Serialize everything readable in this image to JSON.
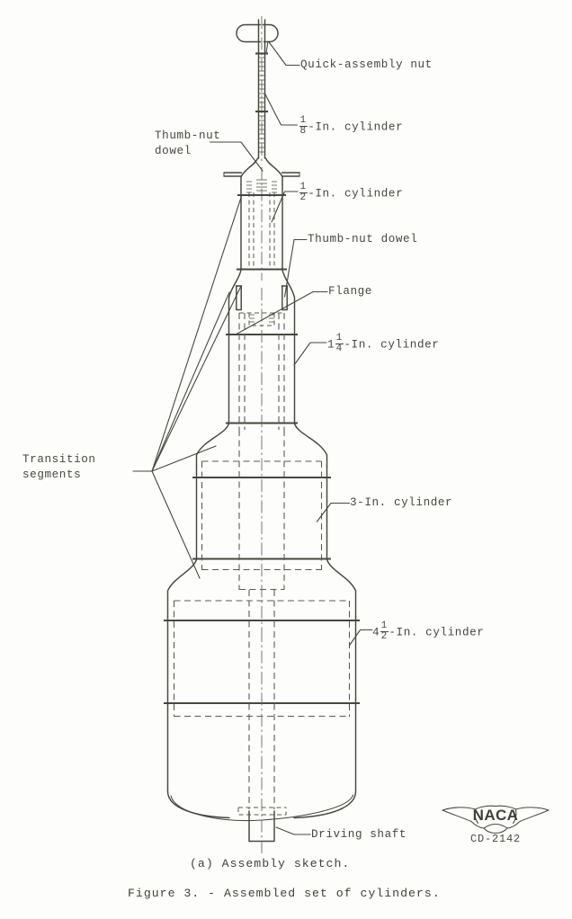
{
  "figure": {
    "background_color": "#fdfdfc",
    "line_color": "#46473c",
    "subcaption": "(a) Assembly sketch.",
    "caption": "Figure 3. - Assembled set of cylinders."
  },
  "labels": {
    "quick_assembly_nut": "Quick-assembly nut",
    "cyl_eighth_suffix": "-In. cylinder",
    "cyl_eighth_num": "1",
    "cyl_eighth_den": "8",
    "thumb_nut_dowel_left_line1": "Thumb-nut",
    "thumb_nut_dowel_left_line2": "dowel",
    "cyl_half_suffix": "-In. cylinder",
    "cyl_half_num": "1",
    "cyl_half_den": "2",
    "thumb_nut_dowel_right": "Thumb-nut dowel",
    "flange": "Flange",
    "cyl_one_quarter_whole": "1",
    "cyl_one_quarter_num": "1",
    "cyl_one_quarter_den": "4",
    "cyl_one_quarter_suffix": "-In. cylinder",
    "transition_segments_line1": "Transition",
    "transition_segments_line2": "segments",
    "cyl_three": "3-In. cylinder",
    "cyl_four_half_whole": "4",
    "cyl_four_half_num": "1",
    "cyl_four_half_den": "2",
    "cyl_four_half_suffix": "-In. cylinder",
    "driving_shaft": "Driving shaft"
  },
  "logo": {
    "name": "NACA",
    "code": "CD-2142"
  },
  "components": [
    {
      "name": "quick-assembly-nut",
      "note": "wire hairpin clip at top of 1/8-in. shaft"
    },
    {
      "name": "eighth-inch-cylinder",
      "note": "slender hatched tube, topmost segment"
    },
    {
      "name": "half-inch-cylinder",
      "note": "second segment with thumb-nut dowel pins"
    },
    {
      "name": "one-and-quarter-inch-cylinder",
      "note": "third segment, flanged top with dowels"
    },
    {
      "name": "three-inch-cylinder",
      "note": "fourth segment"
    },
    {
      "name": "four-and-half-inch-cylinder",
      "note": "bottom-most and largest segment"
    },
    {
      "name": "driving-shaft",
      "note": "stub shaft projecting from bottom of assembly"
    },
    {
      "name": "transition-segments",
      "note": "conical fillets joining successive cylinders"
    }
  ]
}
